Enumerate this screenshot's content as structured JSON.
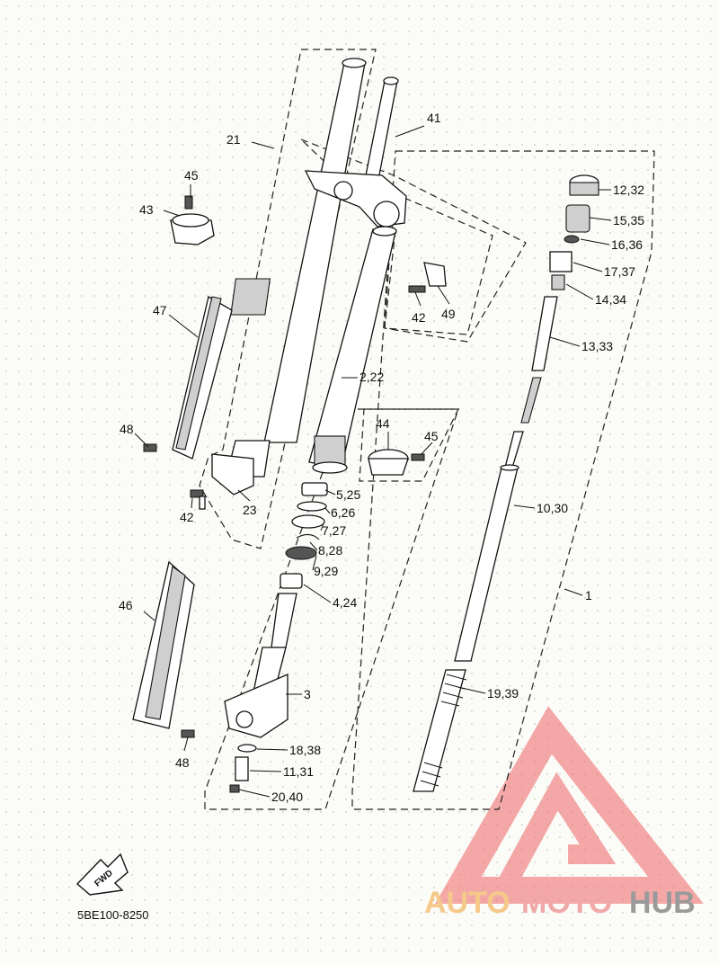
{
  "diagram": {
    "code": "5BE100-8250",
    "fwd_label": "FWD",
    "watermark": {
      "part1": "AUTO",
      "part2": "MOTO",
      "part3": "HUB",
      "color1": "#f5c98a",
      "color2": "#f0a8a8",
      "color3": "#9a9a9a"
    },
    "labels": {
      "p1": "1",
      "p2_22": "2,22",
      "p3": "3",
      "p4_24": "4,24",
      "p5_25": "5,25",
      "p6_26": "6,26",
      "p7_27": "7,27",
      "p8_28": "8,28",
      "p9_29": "9,29",
      "p10_30": "10,30",
      "p11_31": "11,31",
      "p12_32": "12,32",
      "p13_33": "13,33",
      "p14_34": "14,34",
      "p15_35": "15,35",
      "p16_36": "16,36",
      "p17_37": "17,37",
      "p18_38": "18,38",
      "p19_39": "19,39",
      "p20_40": "20,40",
      "p21": "21",
      "p23": "23",
      "p41": "41",
      "p42a": "42",
      "p42b": "42",
      "p43": "43",
      "p44": "44",
      "p45a": "45",
      "p45b": "45",
      "p46": "46",
      "p47": "47",
      "p48a": "48",
      "p48b": "48",
      "p49": "49"
    }
  }
}
